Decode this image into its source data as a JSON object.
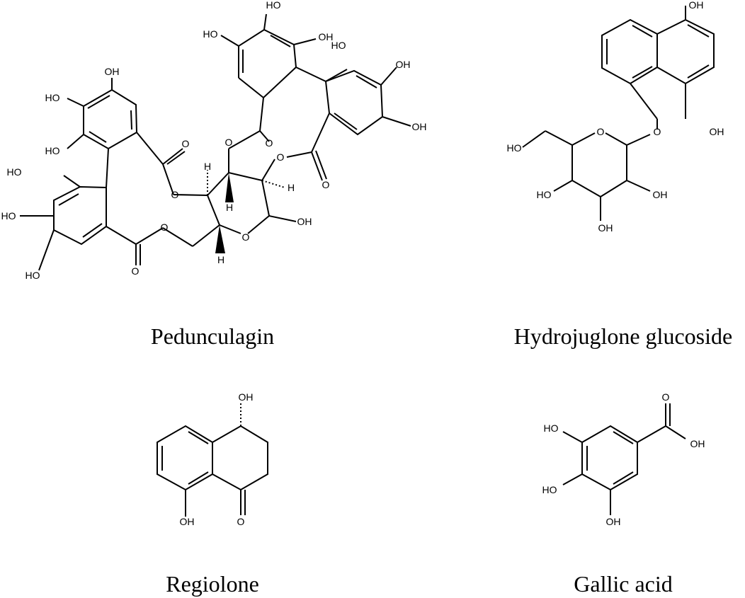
{
  "figure": {
    "compounds": [
      {
        "id": "pedunculagin",
        "name": "Pedunculagin",
        "atom_labels": [
          "OH",
          "HO",
          "HO",
          "HO",
          "HO",
          "HO",
          "HO",
          "HO",
          "OH",
          "HO",
          "OH",
          "OH",
          "O",
          "O",
          "O",
          "O",
          "O",
          "O",
          "O",
          "O",
          "O",
          "OH",
          "H",
          "H",
          "H",
          "H"
        ]
      },
      {
        "id": "hydrojuglone",
        "name": "Hydrojuglone glucoside",
        "atom_labels": [
          "OH",
          "OH",
          "O",
          "O",
          "HO",
          "HO",
          "OH",
          "OH"
        ]
      },
      {
        "id": "regiolone",
        "name": "Regiolone",
        "atom_labels": [
          "OH",
          "OH",
          "O"
        ]
      },
      {
        "id": "gallic",
        "name": "Gallic acid",
        "atom_labels": [
          "HO",
          "O",
          "OH",
          "HO",
          "OH"
        ]
      }
    ]
  }
}
